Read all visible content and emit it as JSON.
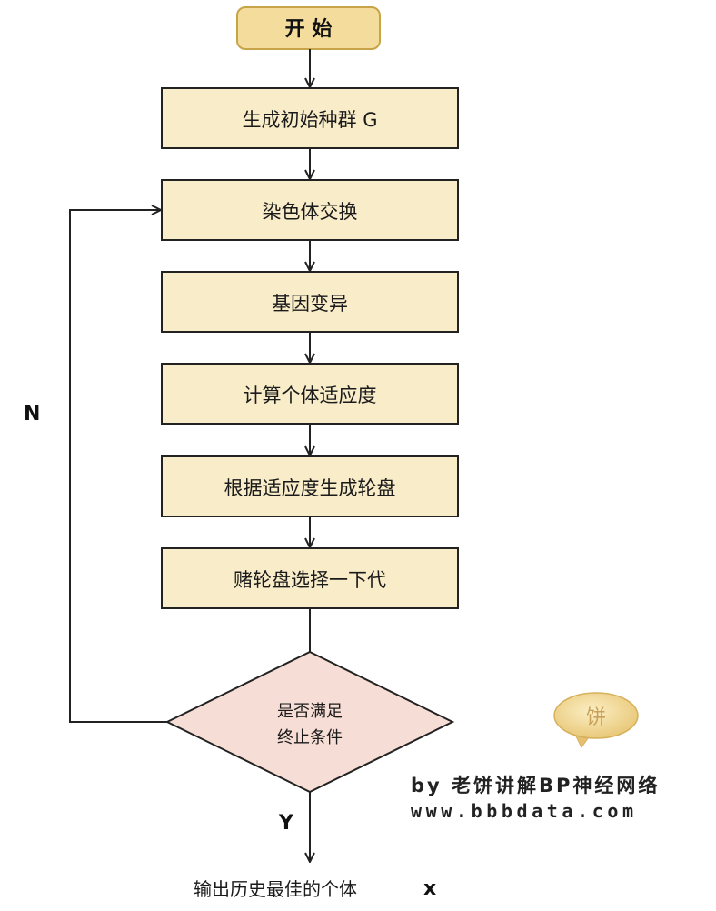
{
  "start": "开 始",
  "steps": [
    "生成初始种群 G",
    "染色体交换",
    "基因变异",
    "计算个体适应度",
    "根据适应度生成轮盘",
    "赌轮盘选择一下代"
  ],
  "decision": {
    "line1": "是否满足",
    "line2": "终止条件"
  },
  "branch_no": "N",
  "branch_yes": "Y",
  "output": "输出历史最佳的个体",
  "output_var": "x",
  "badge": "饼",
  "watermark": {
    "line1": "by 老饼讲解BP神经网络",
    "line2": "www.bbbdata.com"
  },
  "colors": {
    "start_fill": "#f3dc9c",
    "start_stroke": "#c8a448",
    "step_fill": "#f8ecc9",
    "step_stroke": "#222222",
    "decision_fill": "#f6ddd5",
    "arrow": "#222222"
  }
}
